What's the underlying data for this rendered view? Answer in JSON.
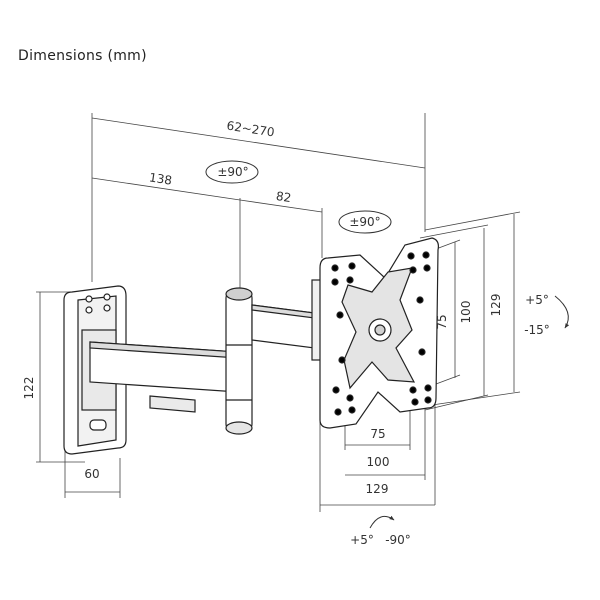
{
  "title": "Dimensions (mm)",
  "dims": {
    "arm_range": "62~270",
    "arm_first": "138",
    "arm_second": "82",
    "swivel_arm": "±90°",
    "swivel_plate": "±90°",
    "wall_height": "122",
    "wall_width": "60",
    "vesa_h_inner": "75",
    "vesa_h_mid": "100",
    "vesa_h_outer": "129",
    "vesa_v_inner": "75",
    "vesa_v_mid": "100",
    "vesa_v_outer": "129",
    "tilt_up": "+5°",
    "tilt_down": "-15°",
    "rot_plus": "+5°",
    "rot_minus": "-90°"
  }
}
